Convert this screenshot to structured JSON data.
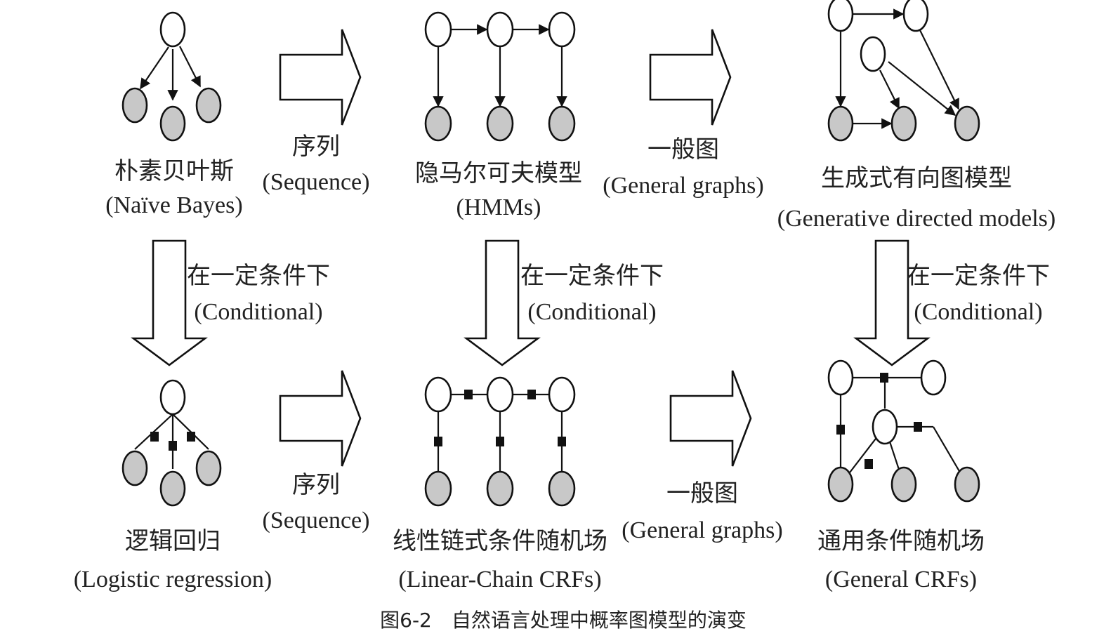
{
  "models": {
    "naive_bayes": {
      "cn": "朴素贝叶斯",
      "en": "(Naïve Bayes)"
    },
    "hmm": {
      "cn": "隐马尔可夫模型",
      "en": "(HMMs)"
    },
    "generative": {
      "cn": "生成式有向图模型",
      "en": "(Generative directed models)"
    },
    "logistic": {
      "cn": "逻辑回归",
      "en": "(Logistic regression)"
    },
    "linear_crf": {
      "cn": "线性链式条件随机场",
      "en": "(Linear-Chain CRFs)"
    },
    "general_crf": {
      "cn": "通用条件随机场",
      "en": "(General CRFs)"
    }
  },
  "transitions": {
    "sequence": {
      "cn": "序列",
      "en": "(Sequence)"
    },
    "general": {
      "cn": "一般图",
      "en": "(General graphs)"
    },
    "conditional": {
      "cn": "在一定条件下",
      "en": "(Conditional)"
    }
  },
  "caption": "图6-2　自然语言处理中概率图模型的演变",
  "colors": {
    "observed_node": "#c8c8c8",
    "hidden_node": "#ffffff",
    "ink": "#111111"
  }
}
